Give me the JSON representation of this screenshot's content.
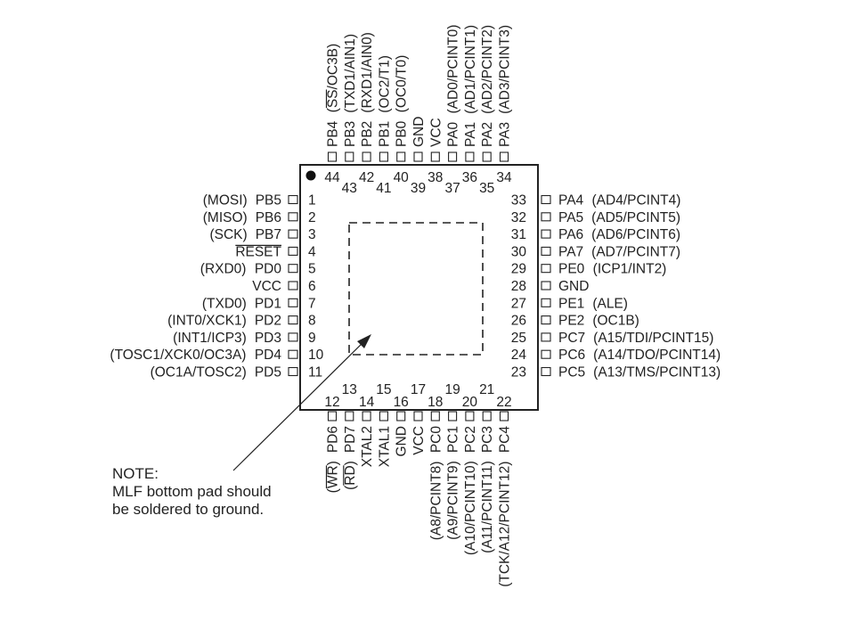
{
  "note": {
    "heading": "NOTE:",
    "line1": "MLF bottom pad should",
    "line2": "be soldered to ground."
  },
  "pins": {
    "left": [
      {
        "num": "1",
        "name": "PB5",
        "alt": "(MOSI)",
        "overbar_name": false
      },
      {
        "num": "2",
        "name": "PB6",
        "alt": "(MISO)",
        "overbar_name": false
      },
      {
        "num": "3",
        "name": "PB7",
        "alt": "(SCK)",
        "overbar_name": false
      },
      {
        "num": "4",
        "name": "RESET",
        "alt": "",
        "overbar_name": true
      },
      {
        "num": "5",
        "name": "PD0",
        "alt": "(RXD0)",
        "overbar_name": false
      },
      {
        "num": "6",
        "name": "VCC",
        "alt": "",
        "overbar_name": false
      },
      {
        "num": "7",
        "name": "PD1",
        "alt": "(TXD0)",
        "overbar_name": false
      },
      {
        "num": "8",
        "name": "PD2",
        "alt": "(INT0/XCK1)",
        "overbar_name": false
      },
      {
        "num": "9",
        "name": "PD3",
        "alt": "(INT1/ICP3)",
        "overbar_name": false
      },
      {
        "num": "10",
        "name": "PD4",
        "alt": "(TOSC1/XCK0/OC3A)",
        "overbar_name": false
      },
      {
        "num": "11",
        "name": "PD5",
        "alt": "(OC1A/TOSC2)",
        "overbar_name": false
      }
    ],
    "right": [
      {
        "num": "33",
        "name": "PA4",
        "alt": "(AD4/PCINT4)"
      },
      {
        "num": "32",
        "name": "PA5",
        "alt": "(AD5/PCINT5)"
      },
      {
        "num": "31",
        "name": "PA6",
        "alt": "(AD6/PCINT6)"
      },
      {
        "num": "30",
        "name": "PA7",
        "alt": "(AD7/PCINT7)"
      },
      {
        "num": "29",
        "name": "PE0",
        "alt": "(ICP1/INT2)"
      },
      {
        "num": "28",
        "name": "GND",
        "alt": ""
      },
      {
        "num": "27",
        "name": "PE1",
        "alt": "(ALE)"
      },
      {
        "num": "26",
        "name": "PE2",
        "alt": "(OC1B)"
      },
      {
        "num": "25",
        "name": "PC7",
        "alt": "(A15/TDI/PCINT15)"
      },
      {
        "num": "24",
        "name": "PC6",
        "alt": "(A14/TDO/PCINT14)"
      },
      {
        "num": "23",
        "name": "PC5",
        "alt": "(A13/TMS/PCINT13)"
      }
    ],
    "top": [
      {
        "num": "44",
        "name": "PB4",
        "alt": "(SS/OC3B)",
        "overbar_alt": "SS"
      },
      {
        "num": "43",
        "name": "PB3",
        "alt": "(TXD1/AIN1)",
        "overbar_alt": ""
      },
      {
        "num": "42",
        "name": "PB2",
        "alt": "(RXD1/AIN0)",
        "overbar_alt": ""
      },
      {
        "num": "41",
        "name": "PB1",
        "alt": "(OC2/T1)",
        "overbar_alt": ""
      },
      {
        "num": "40",
        "name": "PB0",
        "alt": "(OC0/T0)",
        "overbar_alt": ""
      },
      {
        "num": "39",
        "name": "GND",
        "alt": "",
        "overbar_alt": ""
      },
      {
        "num": "38",
        "name": "VCC",
        "alt": "",
        "overbar_alt": ""
      },
      {
        "num": "37",
        "name": "PA0",
        "alt": "(AD0/PCINT0)",
        "overbar_alt": ""
      },
      {
        "num": "36",
        "name": "PA1",
        "alt": "(AD1/PCINT1)",
        "overbar_alt": ""
      },
      {
        "num": "35",
        "name": "PA2",
        "alt": "(AD2/PCINT2)",
        "overbar_alt": ""
      },
      {
        "num": "34",
        "name": "PA3",
        "alt": "(AD3/PCINT3)",
        "overbar_alt": ""
      }
    ],
    "bottom": [
      {
        "num": "12",
        "name": "PD6",
        "alt": "(WR)",
        "overbar_alt": "WR"
      },
      {
        "num": "13",
        "name": "PD7",
        "alt": "(RD)",
        "overbar_alt": "RD"
      },
      {
        "num": "14",
        "name": "XTAL2",
        "alt": "",
        "overbar_alt": ""
      },
      {
        "num": "15",
        "name": "XTAL1",
        "alt": "",
        "overbar_alt": ""
      },
      {
        "num": "16",
        "name": "GND",
        "alt": "",
        "overbar_alt": ""
      },
      {
        "num": "17",
        "name": "VCC",
        "alt": "",
        "overbar_alt": ""
      },
      {
        "num": "18",
        "name": "PC0",
        "alt": "(A8/PCINT8)",
        "overbar_alt": ""
      },
      {
        "num": "19",
        "name": "PC1",
        "alt": "(A9/PCINT9)",
        "overbar_alt": ""
      },
      {
        "num": "20",
        "name": "PC2",
        "alt": "(A10/PCINT10)",
        "overbar_alt": ""
      },
      {
        "num": "21",
        "name": "PC3",
        "alt": "(A11/PCINT11)",
        "overbar_alt": ""
      },
      {
        "num": "22",
        "name": "PC4",
        "alt": "(TCK/A12/PCINT12)",
        "overbar_alt": ""
      }
    ]
  }
}
